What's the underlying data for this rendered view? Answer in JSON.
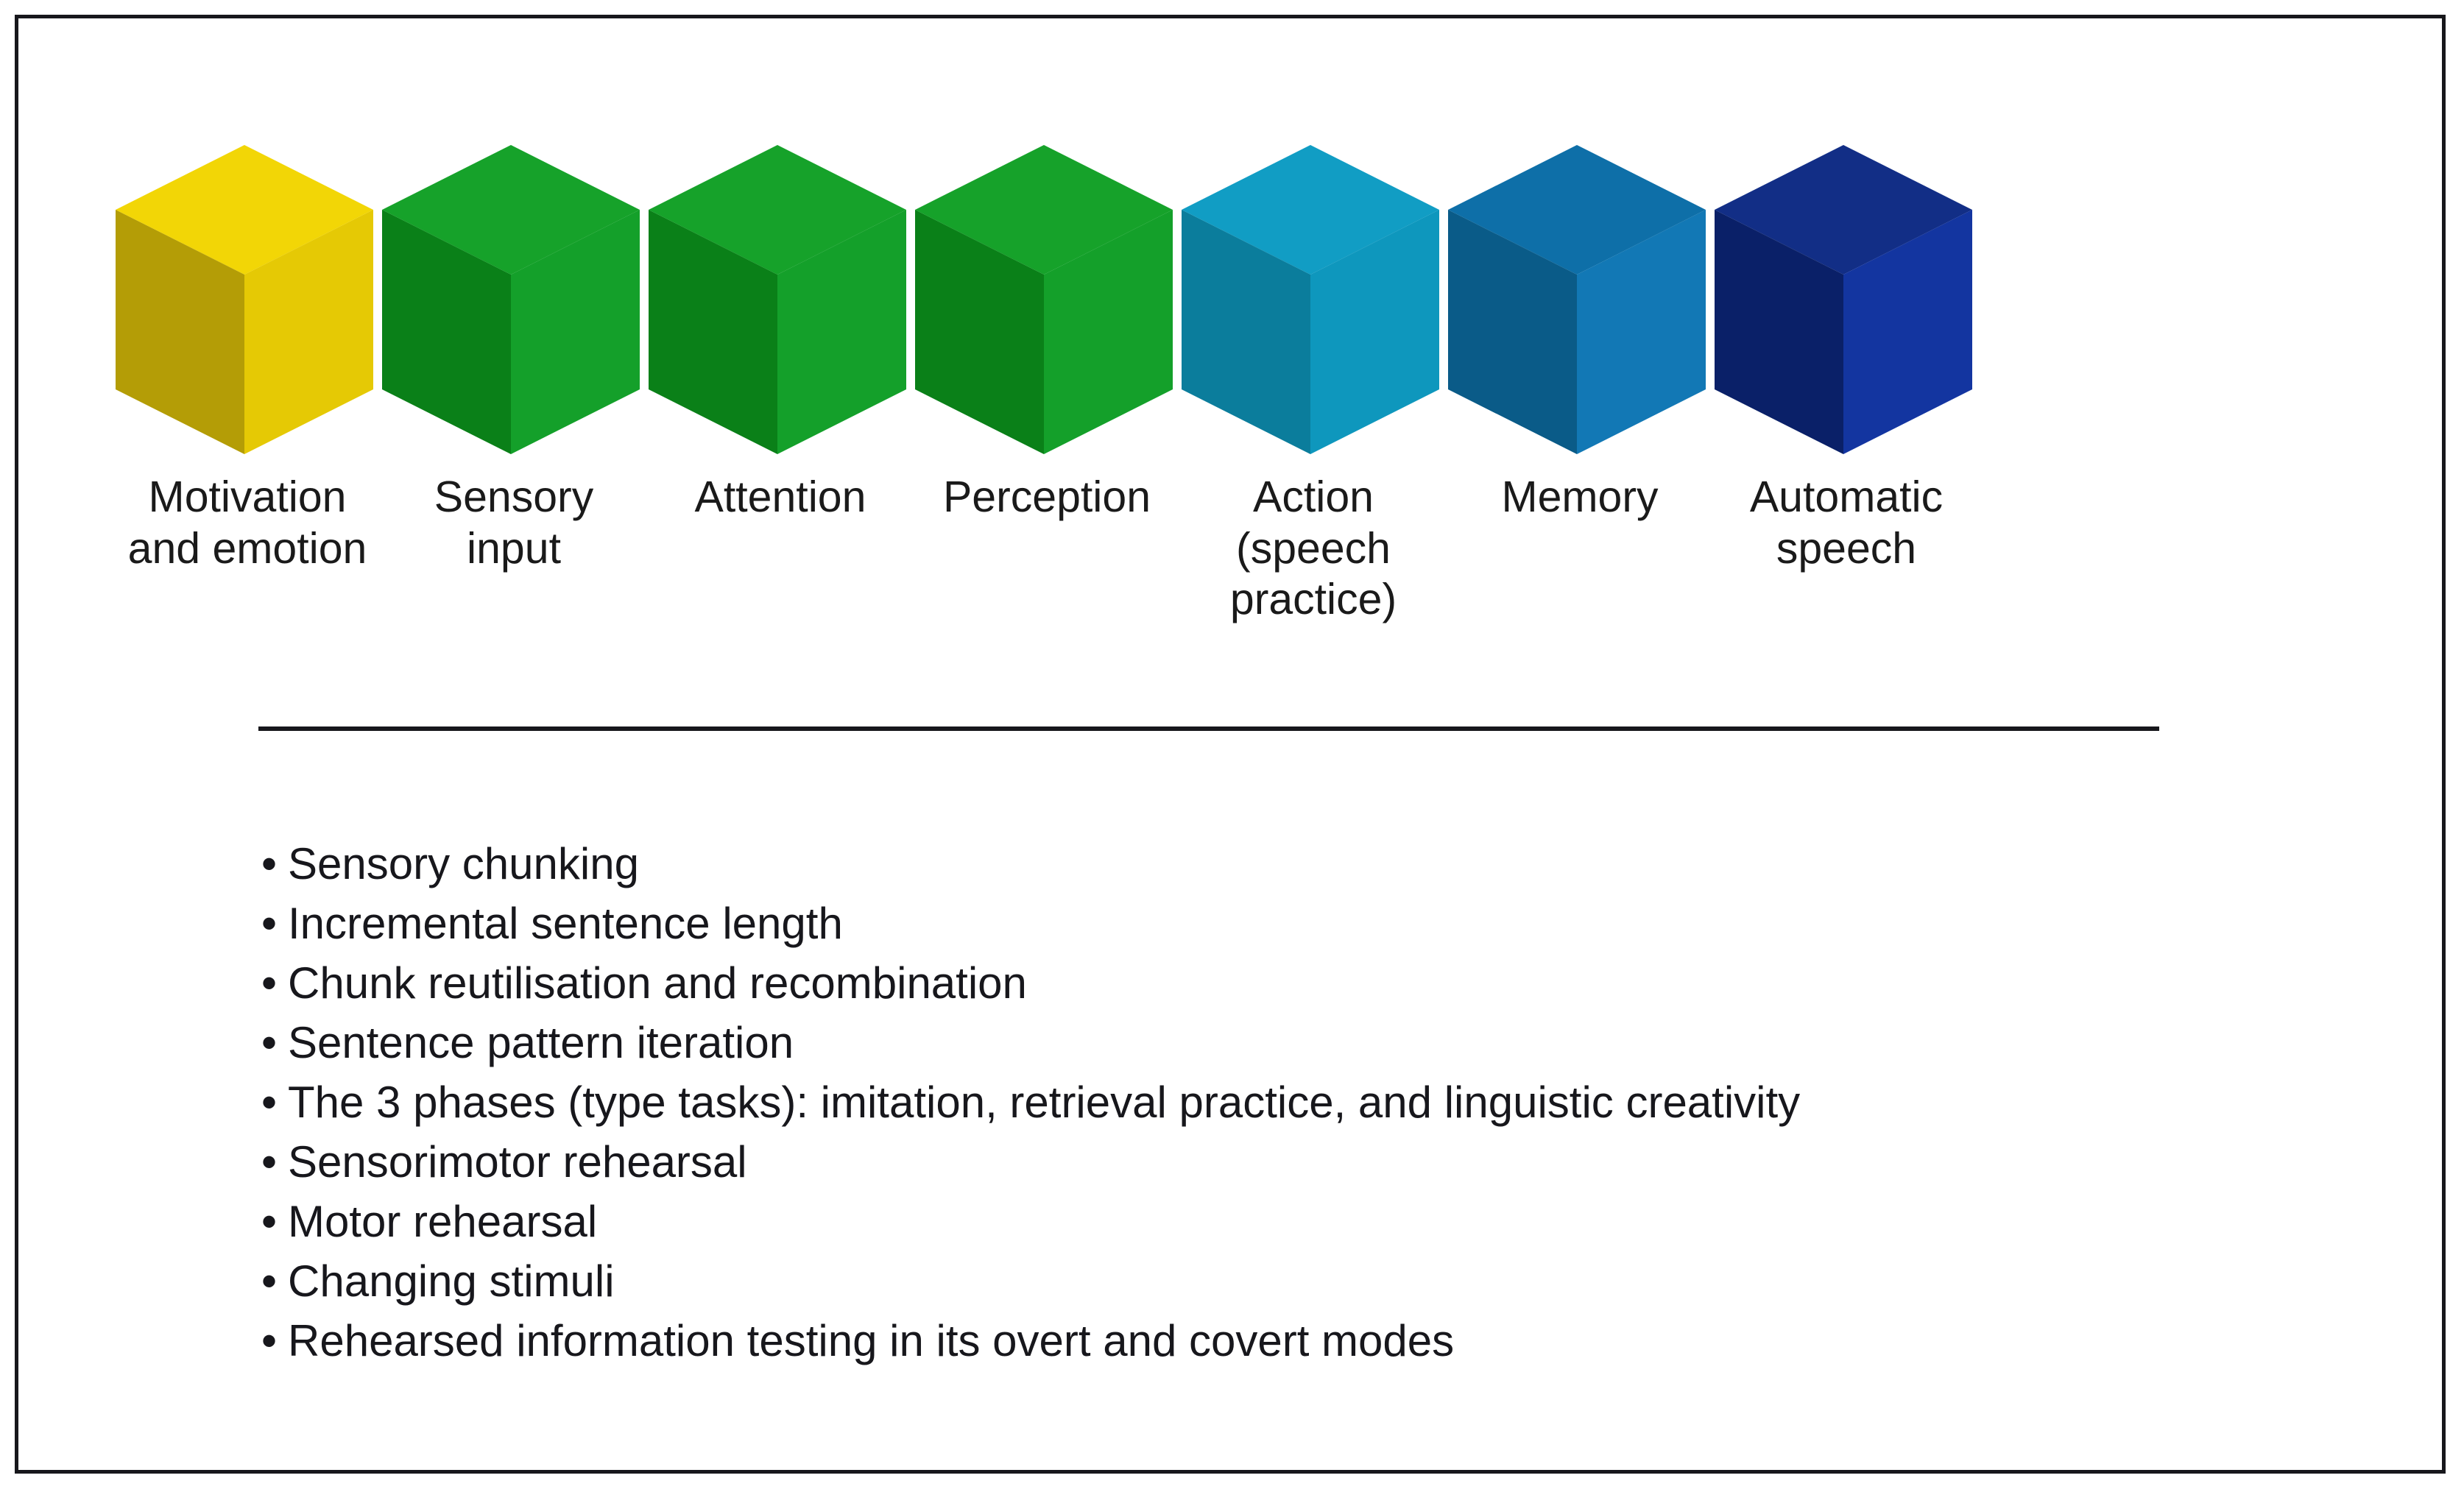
{
  "figure": {
    "border_color": "#17171c",
    "background": "#ffffff",
    "divider_color": "#17171c"
  },
  "cubes": [
    {
      "id": "motivation-and-emotion",
      "label": "Motivation\nand emotion",
      "color_top": "#F2D606",
      "color_right": "#E5C905",
      "color_left": "#B49D06"
    },
    {
      "id": "sensory-input",
      "label": "Sensory\ninput",
      "color_top": "#16A22A",
      "color_right": "#14A02A",
      "color_left": "#0A8018"
    },
    {
      "id": "attention",
      "label": "Attention",
      "color_top": "#16A22A",
      "color_right": "#14A02A",
      "color_left": "#0A8018"
    },
    {
      "id": "perception",
      "label": "Perception",
      "color_top": "#16A22A",
      "color_right": "#14A02A",
      "color_left": "#0A8018"
    },
    {
      "id": "action-speech-practice",
      "label": "Action\n(speech\npractice)",
      "color_top": "#119DC4",
      "color_right": "#0E97BD",
      "color_left": "#0B7D9C"
    },
    {
      "id": "memory",
      "label": "Memory",
      "color_top": "#0E6FA8",
      "color_right": "#1278B5",
      "color_left": "#0A5B88"
    },
    {
      "id": "automatic-speech",
      "label": "Automatic\nspeech",
      "color_top": "#122E86",
      "color_right": "#1335A0",
      "color_left": "#0A2068"
    }
  ],
  "bullets": {
    "marker": "•",
    "items": [
      "Sensory chunking",
      "Incremental sentence length",
      "Chunk reutilisation and recombination",
      "Sentence pattern iteration",
      "The 3 phases (type tasks): imitation, retrieval practice, and linguistic creativity",
      "Sensorimotor rehearsal",
      "Motor rehearsal",
      "Changing stimuli",
      "Rehearsed information testing in its overt and covert modes"
    ]
  }
}
